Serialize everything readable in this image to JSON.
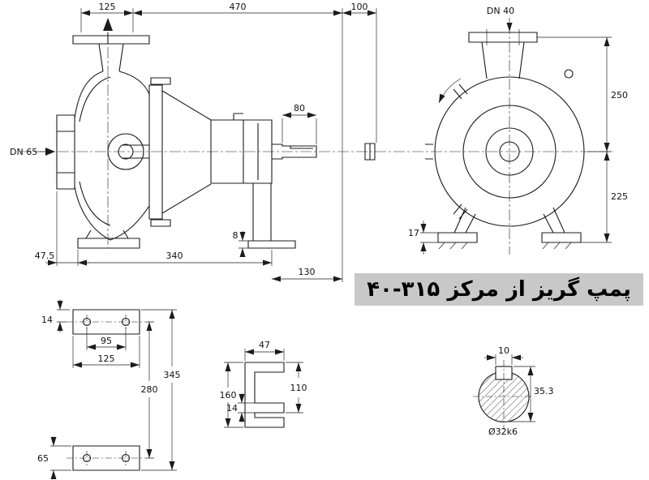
{
  "title": {
    "text": "پمپ گریز از مرکز ۳۱۵-۴۰",
    "bg_color": "#c8c8c8"
  },
  "line_color": "#1c1c1c",
  "side_view": {
    "suction_label": "DN 65",
    "dim_overall_125": "125",
    "dim_overall_470": "470",
    "dim_overall_100": "100",
    "dim_shaft_80": "80",
    "dim_base_47_5": "47.5",
    "dim_base_340": "340",
    "dim_foot_8": "8",
    "dim_base_130": "130"
  },
  "front_view": {
    "discharge_label": "DN 40",
    "dim_height_250": "250",
    "dim_height_225": "225",
    "dim_foot_17": "17"
  },
  "base_plate_view": {
    "dim_14": "14",
    "dim_95": "95",
    "dim_125": "125",
    "dim_280": "280",
    "dim_345": "345",
    "dim_65": "65"
  },
  "bracket_view": {
    "dim_47": "47",
    "dim_160": "160",
    "dim_14": "14",
    "dim_110": "110"
  },
  "shaft_section_view": {
    "dim_key_10": "10",
    "dim_35_3": "35.3",
    "dim_diameter": "Ø32k6"
  }
}
